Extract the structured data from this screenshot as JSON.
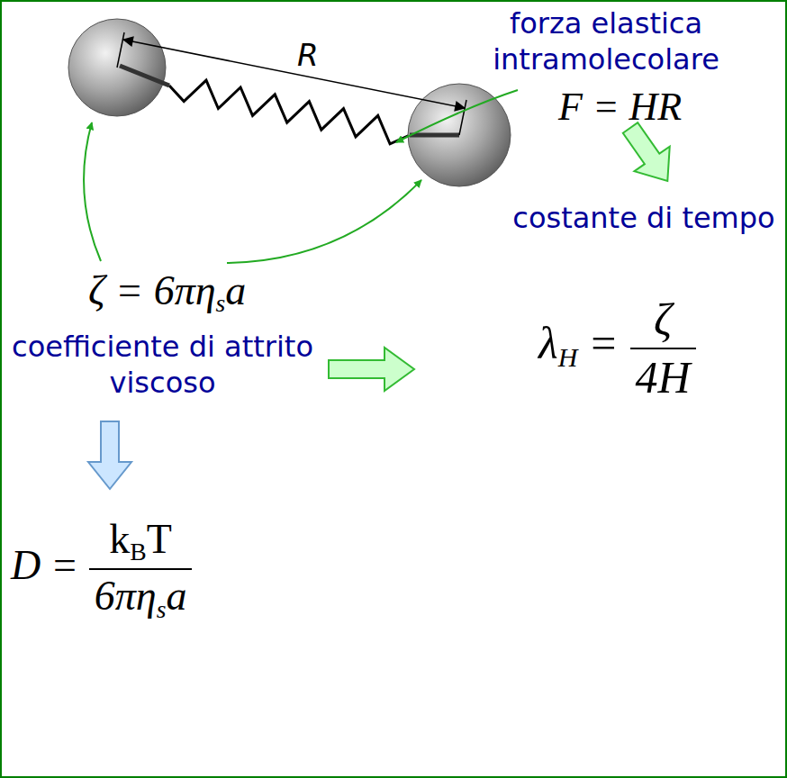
{
  "diagram": {
    "labels": [
      "forza elastica intramolecolare",
      "R",
      "F = HR",
      "ζ = 6πη",
      "s",
      "a",
      "costante di tempo",
      "λ",
      "H",
      "=",
      "ζ",
      "4H",
      "coefficiente di attrito viscoso",
      "D",
      "=",
      "k",
      "B",
      "T",
      "6πη",
      "s",
      "a"
    ]
  }
}
